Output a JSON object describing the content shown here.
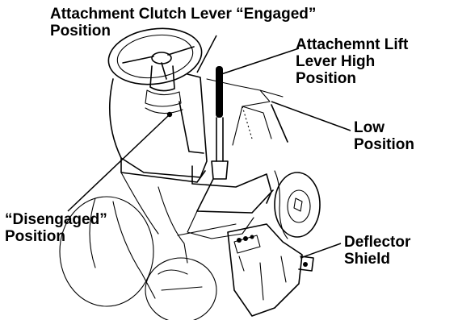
{
  "callouts": {
    "clutch_engaged": {
      "line1": "Attachment Clutch Lever “Engaged”",
      "line2": "Position"
    },
    "lift_high": {
      "line1": "Attachemnt Lift",
      "line2": "Lever High",
      "line3": "Position"
    },
    "low": {
      "line1": "Low",
      "line2": "Position"
    },
    "disengaged": {
      "line1": "“Disengaged”",
      "line2": "Position"
    },
    "deflector": {
      "line1": "Deflector",
      "line2": "Shield"
    }
  },
  "colors": {
    "ink": "#000000",
    "paper": "#ffffff"
  }
}
